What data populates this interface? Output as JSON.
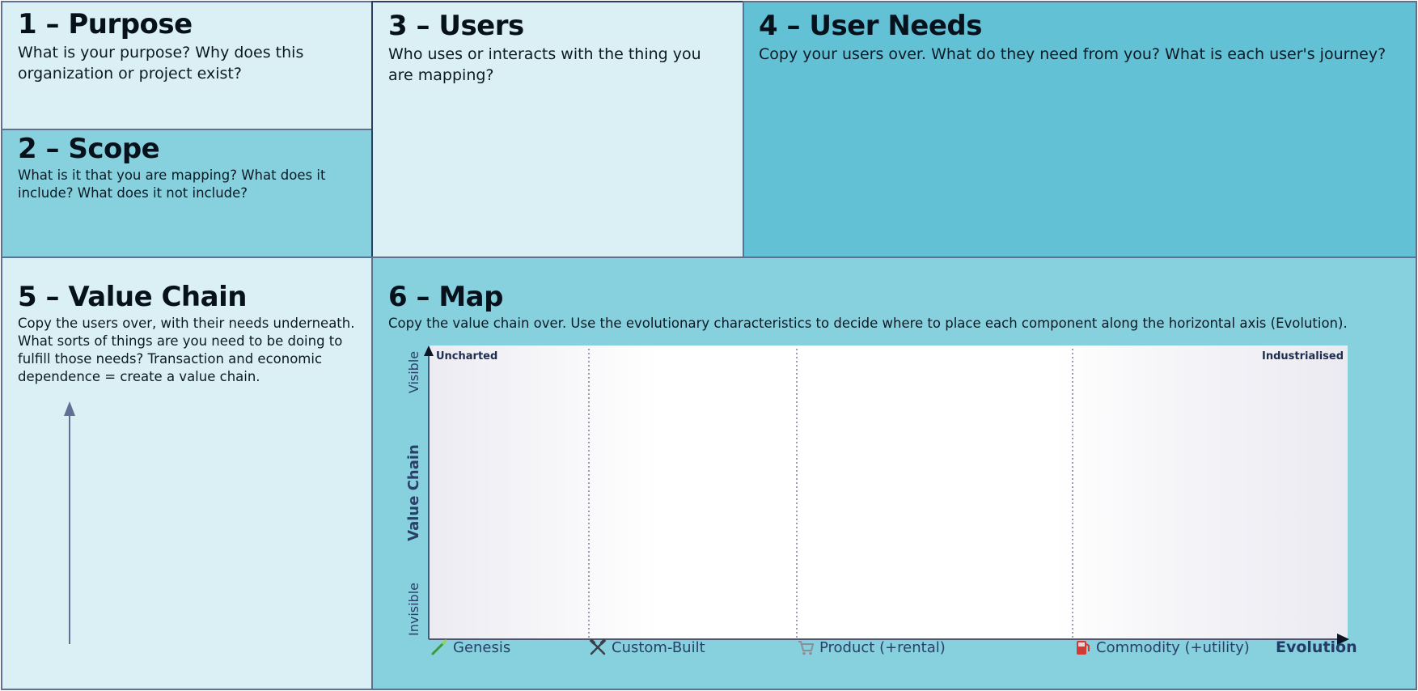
{
  "panels": {
    "purpose": {
      "title": "1 – Purpose",
      "description": "What is your purpose? Why does this organization or project exist?"
    },
    "scope": {
      "title": "2 – Scope",
      "description": "What is it that you are mapping? What does it include? What does it not include?"
    },
    "users": {
      "title": "3 – Users",
      "description": "Who uses or interacts with the thing you are mapping?"
    },
    "user_needs": {
      "title": "4 – User Needs",
      "description": "Copy your users over. What do they need from you? What is each user's journey?"
    },
    "value_chain": {
      "title": "5 – Value Chain",
      "description": "Copy the users over, with their needs underneath. What sorts of things are you need to be doing to fulfill those needs? Transaction and economic dependence = create a value chain."
    },
    "map": {
      "title": "6 – Map",
      "description": "Copy the value chain over. Use the evolutionary characteristics to decide where to place each component along the horizontal axis (Evolution)."
    }
  },
  "map_axes": {
    "y_axis_label": "Value Chain",
    "y_top_label": "Visible",
    "y_bottom_label": "Invisible",
    "x_axis_label": "Evolution",
    "top_left_corner": "Uncharted",
    "top_right_corner": "Industrialised",
    "stages": [
      {
        "label": "Genesis",
        "icon": "wand-icon"
      },
      {
        "label": "Custom-Built",
        "icon": "tools-icon"
      },
      {
        "label": "Product (+rental)",
        "icon": "cart-icon"
      },
      {
        "label": "Commodity (+utility)",
        "icon": "fuel-pump-icon"
      }
    ]
  },
  "colors": {
    "light_panel": "#dbf0f4",
    "mid_panel": "#86d1dd",
    "dark_panel": "#63c1d5",
    "border": "#5f7192",
    "axis": "#253a66"
  }
}
